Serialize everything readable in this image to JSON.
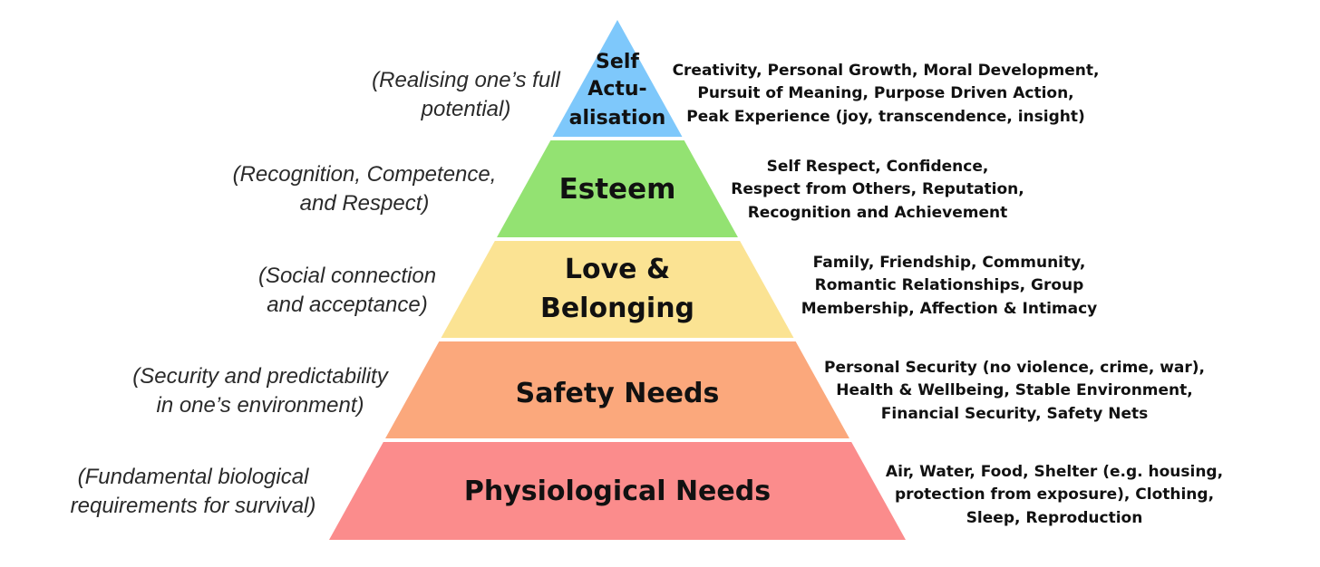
{
  "colors": {
    "self_actualisation": "#7ec8fb",
    "esteem": "#93e272",
    "love_belonging": "#fbe393",
    "safety": "#fba87c",
    "physiological": "#fb8c8c"
  },
  "pyramid": {
    "levels": [
      {
        "key": "self_actualisation",
        "label_lines": [
          "Self",
          "Actu-",
          "alisation"
        ],
        "description_lines": [
          "(Realising one’s full",
          "potential)"
        ],
        "example_lines": [
          "Creativity, Personal Growth, Moral Development,",
          "Pursuit of Meaning, Purpose Driven Action,",
          "Peak Experience (joy, transcendence, insight)"
        ]
      },
      {
        "key": "esteem",
        "label_lines": [
          "Esteem"
        ],
        "description_lines": [
          "(Recognition, Competence,",
          "and Respect)"
        ],
        "example_lines": [
          "Self Respect, Confidence,",
          "Respect from Others, Reputation,",
          "Recognition and Achievement"
        ]
      },
      {
        "key": "love_belonging",
        "label_lines": [
          "Love &",
          "Belonging"
        ],
        "description_lines": [
          "(Social connection",
          "and acceptance)"
        ],
        "example_lines": [
          "Family, Friendship, Community,",
          "Romantic Relationships, Group",
          "Membership, Affection & Intimacy"
        ]
      },
      {
        "key": "safety",
        "label_lines": [
          "Safety Needs"
        ],
        "description_lines": [
          "(Security and predictability",
          "in one’s environment)"
        ],
        "example_lines": [
          "Personal Security (no violence, crime, war),",
          "Health & Wellbeing, Stable Environment,",
          "Financial Security, Safety Nets"
        ]
      },
      {
        "key": "physiological",
        "label_lines": [
          "Physiological Needs"
        ],
        "description_lines": [
          "(Fundamental biological",
          "requirements for survival)"
        ],
        "example_lines": [
          "Air, Water, Food, Shelter (e.g. housing,",
          "protection from exposure), Clothing,",
          "Sleep, Reproduction"
        ]
      }
    ]
  }
}
